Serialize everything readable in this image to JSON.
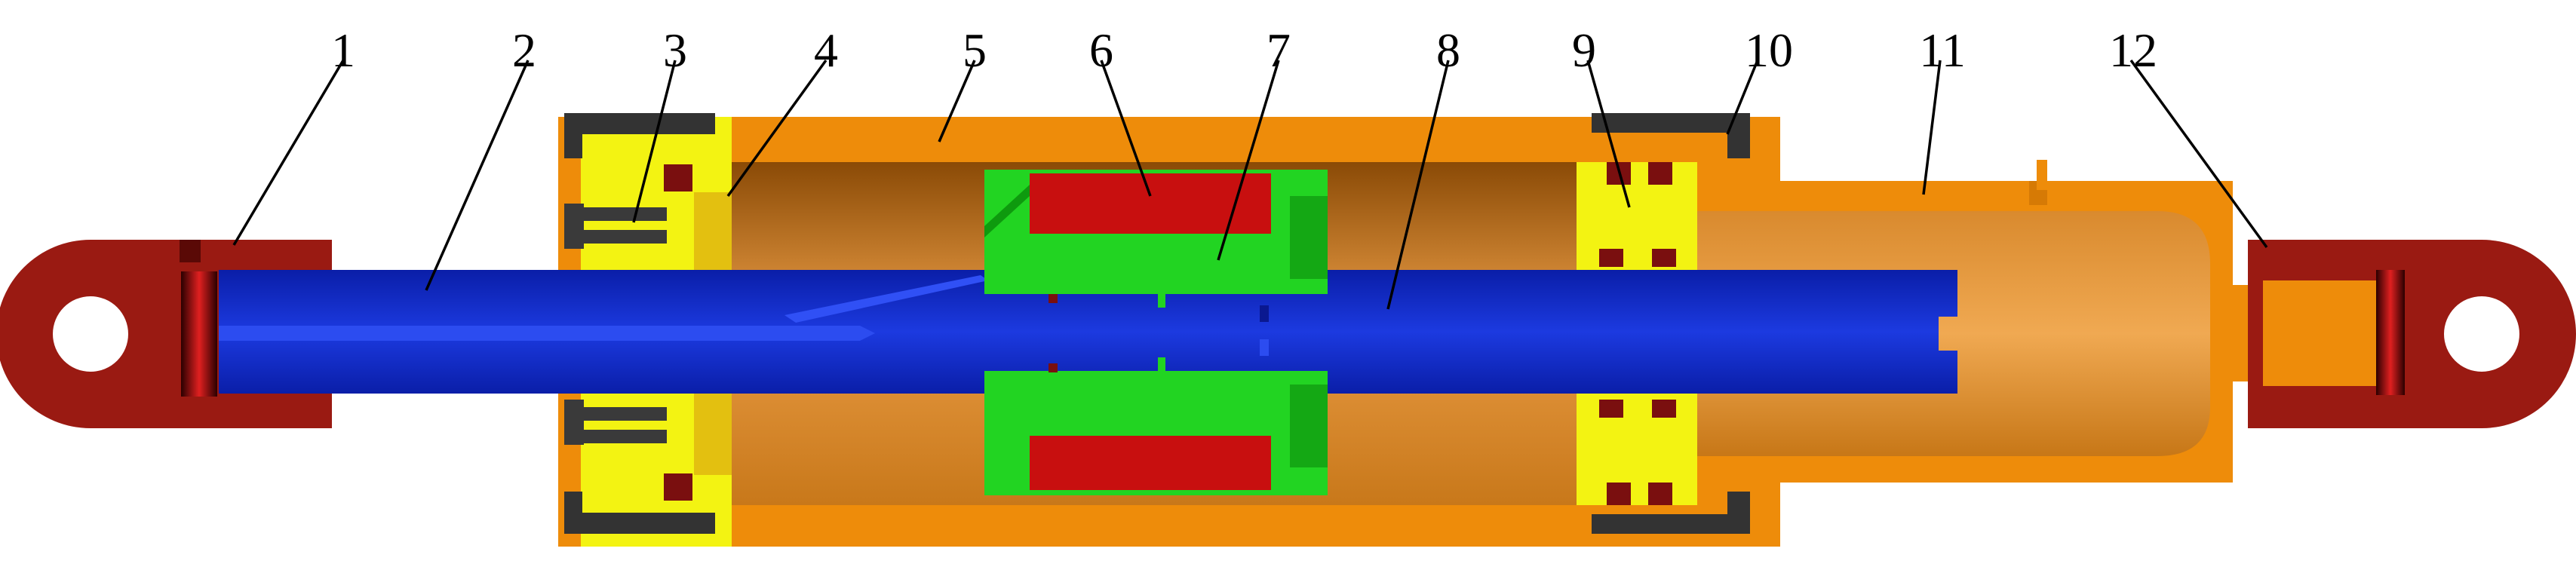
{
  "labels": [
    "1",
    "2",
    "3",
    "4",
    "5",
    "6",
    "7",
    "8",
    "9",
    "10",
    "11",
    "12"
  ],
  "colors": {
    "rod_end": "#9a1a12",
    "rod_end_dark": "#5a0906",
    "rod": "#1129c8",
    "rod_dark": "#0a1890",
    "housing": "#ee8c0a",
    "housing_dark": "#a85800",
    "cavity": "#d68a33",
    "end_cap": "#f3f312",
    "magnet_frame": "#22d422",
    "coil": "#c80f0f",
    "bolt": "#333333",
    "seal": "#7a0f0f"
  }
}
